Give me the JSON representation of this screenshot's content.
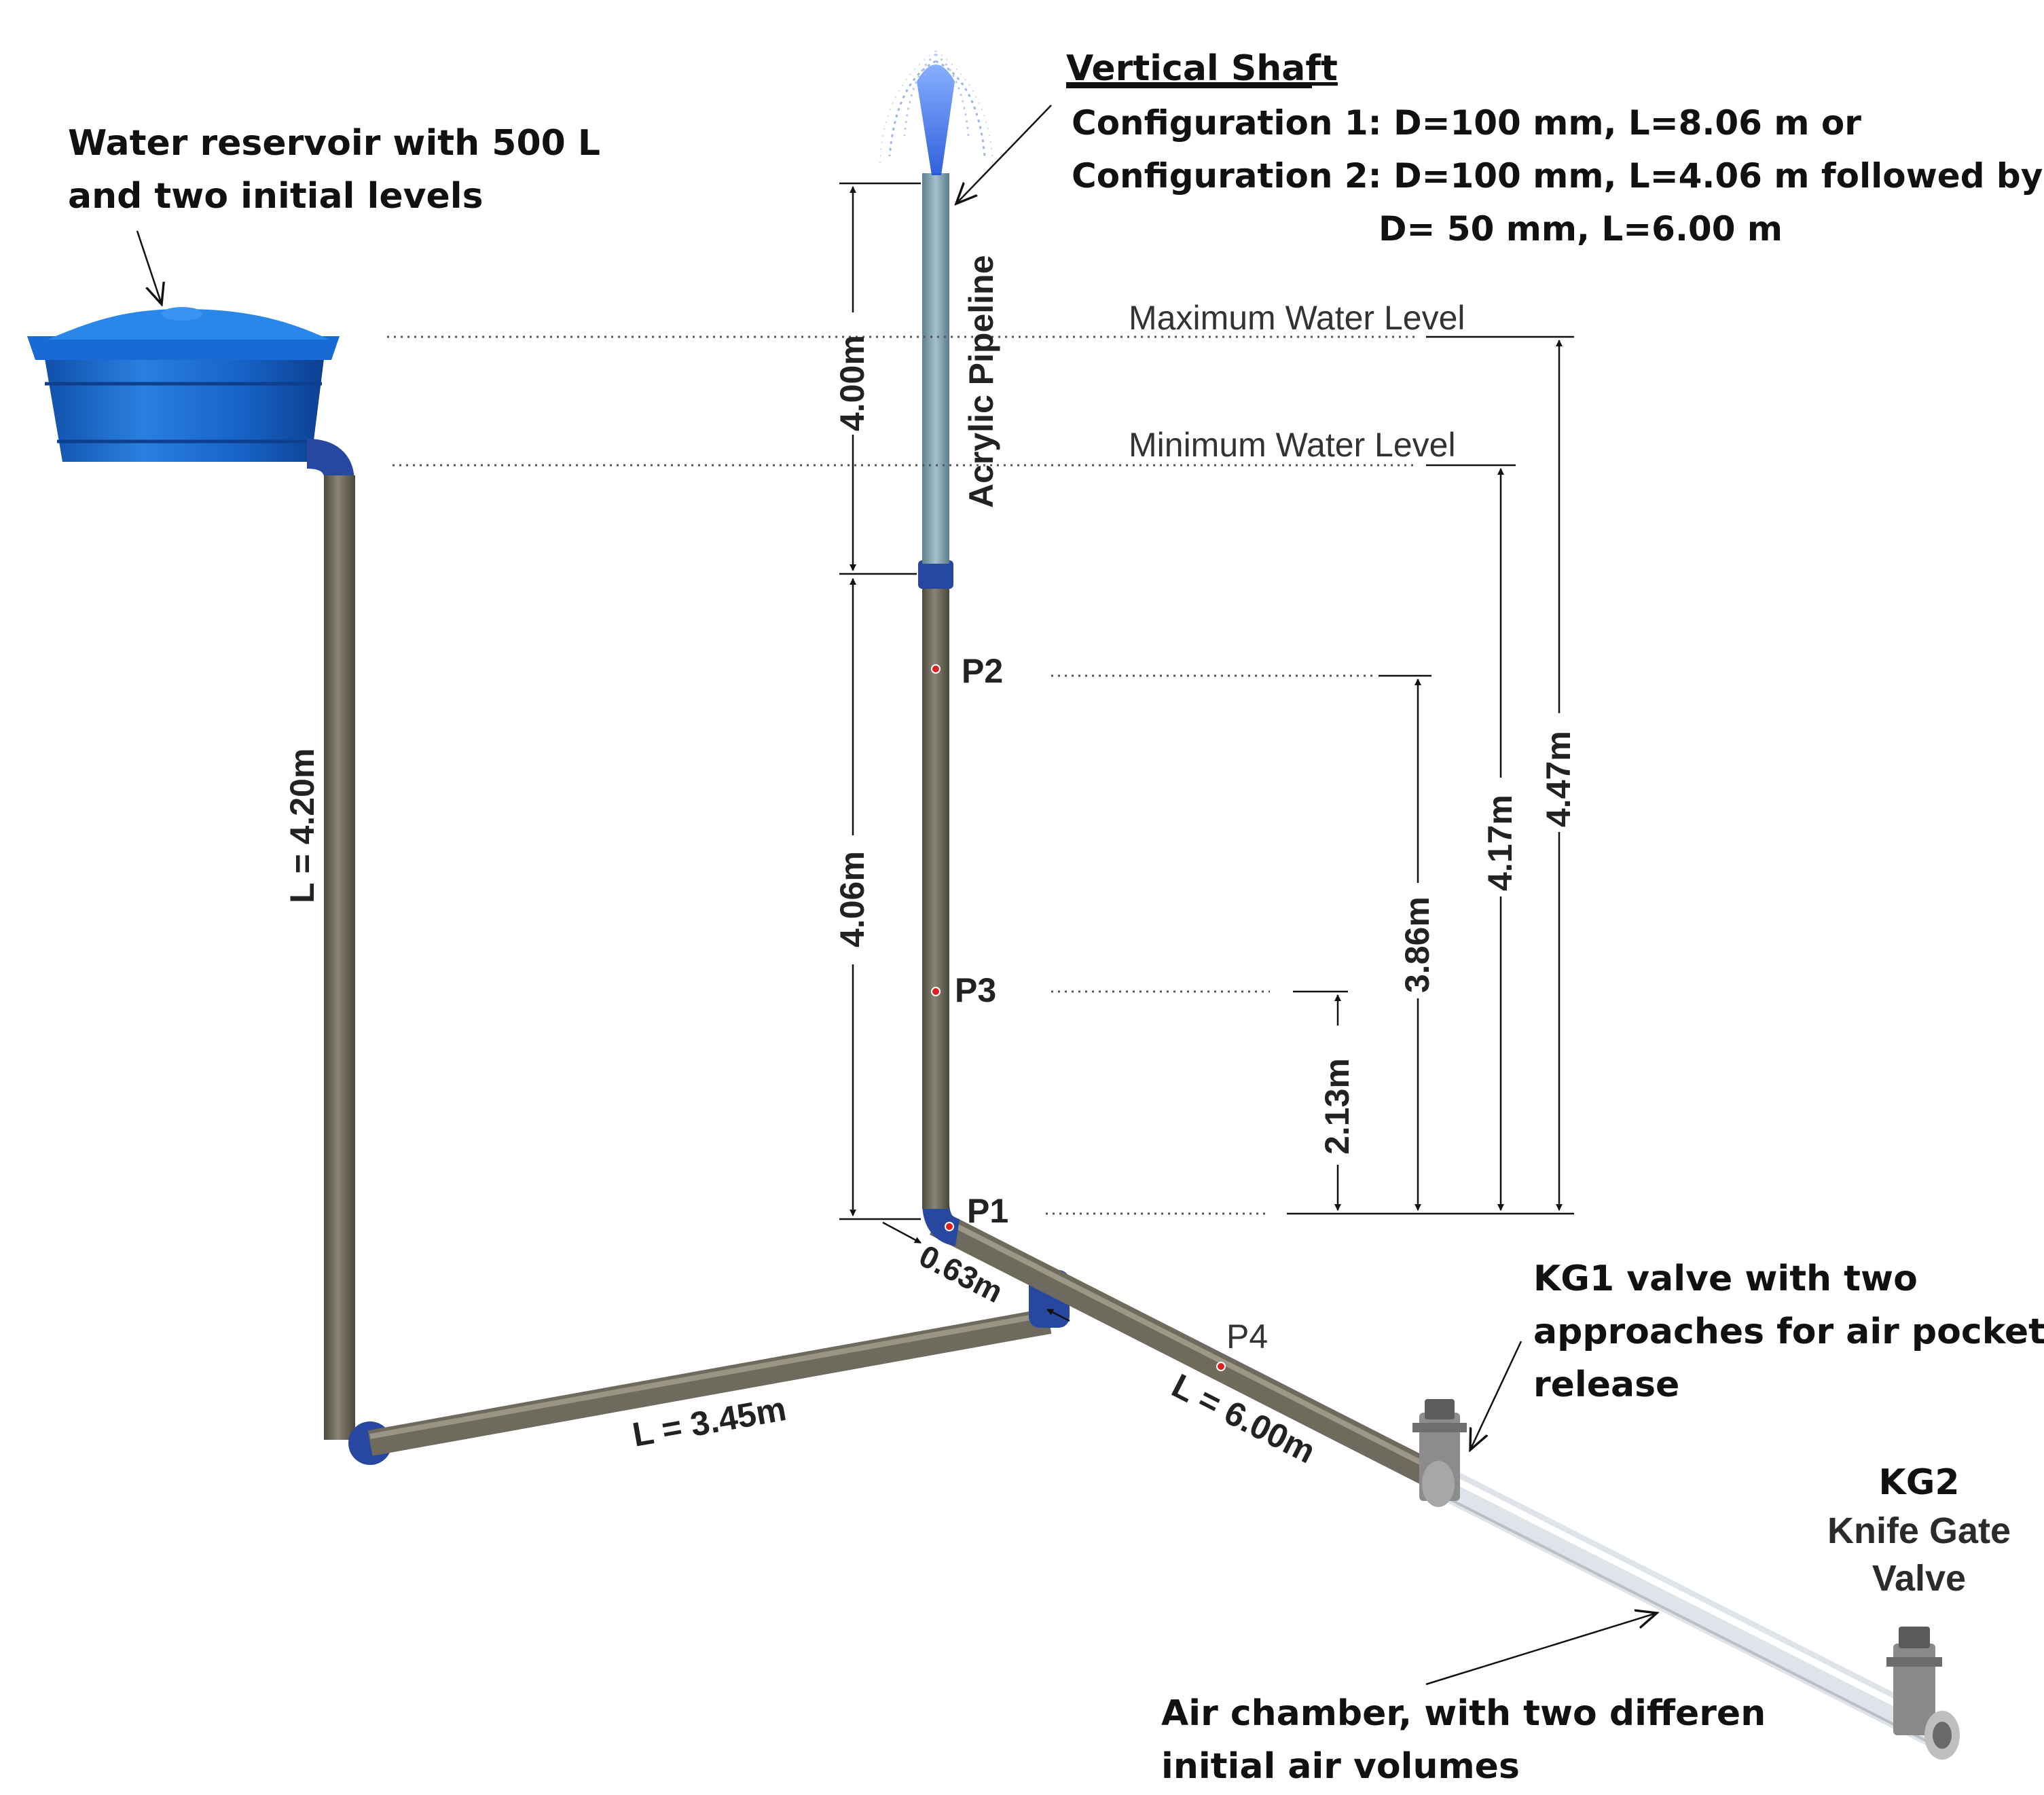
{
  "reservoir": {
    "label_line1": "Water reservoir with 500 L",
    "label_line2": "and two initial levels"
  },
  "shaft": {
    "title": "Vertical Shaft",
    "config1": "Configuration 1: D=100 mm, L=8.06 m or",
    "config2": "Configuration 2: D=100 mm, L=4.06 m followed by",
    "config2b": "D= 50 mm,  L=6.00 m",
    "acrylic_label": "Acrylic Pipeline"
  },
  "levels": {
    "max": "Maximum Water Level",
    "min": "Minimum Water Level"
  },
  "points": {
    "p1": "P1",
    "p2": "P2",
    "p3": "P3",
    "p4": "P4"
  },
  "dimensions": {
    "shaft_upper": "4.00m",
    "shaft_lower": "4.06m",
    "h_p3": "2.13m",
    "h_p2": "3.86m",
    "h_min": "4.17m",
    "h_max": "4.47m",
    "l_vertical_left": "L = 4.20m",
    "l_bottom": "L = 3.45m",
    "l_short": "0.63m",
    "l_horizontal": "L = 6.00m"
  },
  "valves": {
    "kg1_line1": "KG1 valve with two",
    "kg1_line2": "approaches for air pocket",
    "kg1_line3": "release",
    "kg2_line1": "KG2",
    "kg2_line2": "Knife Gate",
    "kg2_line3": "Valve"
  },
  "air_chamber": {
    "line1": "Air chamber, with two differen",
    "line2": "initial air volumes"
  },
  "colors": {
    "reservoir_blue": "#1565c8",
    "pipe_gray": "#6f6a5e",
    "fitting_blue": "#2747a0",
    "acrylic": "#7f9fae",
    "air_chamber": "#eef1f4",
    "point_red": "#e02020"
  }
}
